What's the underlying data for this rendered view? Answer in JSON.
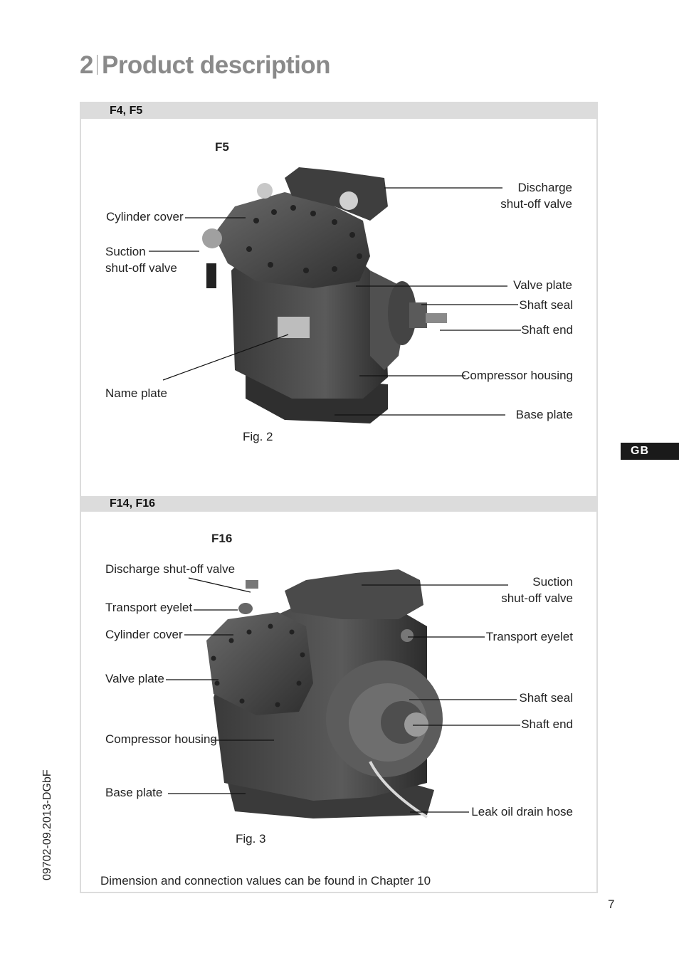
{
  "header": {
    "chapter_number": "2",
    "chapter_title": "Product description"
  },
  "section1": {
    "bar_title": "F4, F5",
    "model": "F5",
    "figure": "Fig. 2",
    "labels": {
      "discharge_line1": "Discharge",
      "discharge_line2": "shut-off valve",
      "cylinder_cover": "Cylinder cover",
      "suction_line1": "Suction",
      "suction_line2": "shut-off valve",
      "valve_plate": "Valve plate",
      "shaft_seal": "Shaft seal",
      "shaft_end": "Shaft end",
      "compressor_housing": "Compressor housing",
      "name_plate": "Name plate",
      "base_plate": "Base plate"
    }
  },
  "section2": {
    "bar_title": "F14, F16",
    "model": "F16",
    "figure": "Fig. 3",
    "labels": {
      "discharge": "Discharge shut-off valve",
      "transport_eyelet_left": "Transport eyelet",
      "cylinder_cover": "Cylinder cover",
      "valve_plate": "Valve plate",
      "compressor_housing": "Compressor housing",
      "base_plate": "Base plate",
      "suction_line1": "Suction",
      "suction_line2": "shut-off valve",
      "transport_eyelet_right": "Transport eyelet",
      "shaft_seal": "Shaft seal",
      "shaft_end": "Shaft end",
      "leak_oil": "Leak oil drain hose"
    }
  },
  "footnote": "Dimension and connection values can be found in Chapter 10",
  "side_tab": "GB",
  "doc_code": "09702-09.2013-DGbF",
  "page_number": "7"
}
